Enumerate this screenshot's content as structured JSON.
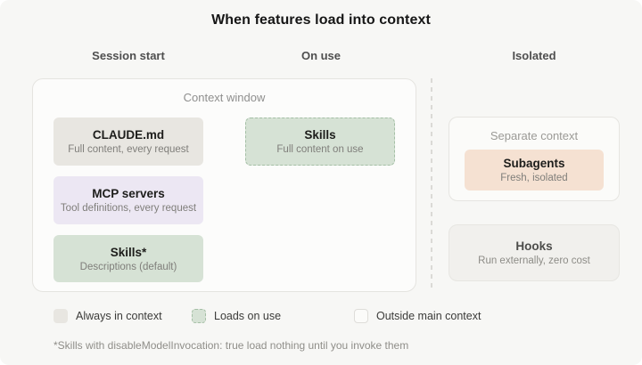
{
  "title": "When features load into context",
  "columns": [
    {
      "label": "Session start"
    },
    {
      "label": "On use"
    },
    {
      "label": "Isolated"
    }
  ],
  "context_window": {
    "label": "Context window",
    "items": [
      {
        "title": "CLAUDE.md",
        "subtitle": "Full content, every request",
        "style": "always-in-context"
      },
      {
        "title": "MCP servers",
        "subtitle": "Tool definitions, every request",
        "style": "always-in-context-mcp"
      },
      {
        "title": "Skills*",
        "subtitle": "Descriptions (default)",
        "style": "loads-on-use"
      }
    ],
    "on_use_item": {
      "title": "Skills",
      "subtitle": "Full content on use",
      "style": "loads-on-use-dashed"
    }
  },
  "isolated": {
    "separate_context": {
      "label": "Separate context",
      "subagents": {
        "title": "Subagents",
        "subtitle": "Fresh, isolated"
      }
    },
    "hooks": {
      "title": "Hooks",
      "subtitle": "Run externally, zero cost"
    }
  },
  "legend": [
    {
      "label": "Always in context",
      "swatch": "always"
    },
    {
      "label": "Loads on use",
      "swatch": "loads-dashed"
    },
    {
      "label": "Outside main context",
      "swatch": "outside"
    }
  ],
  "footnote": "*Skills with disableModelInvocation: true load nothing until you invoke them",
  "colors": {
    "page_background": "#f7f7f5",
    "always_in_context_fill": "#e8e6e1",
    "mcp_fill": "#ece7f3",
    "loads_on_use_fill": "#d6e2d5",
    "loads_on_use_border": "#a4bfa5",
    "subagents_fill": "#f5e1d2",
    "outside_fill": "#fbfbf9"
  }
}
